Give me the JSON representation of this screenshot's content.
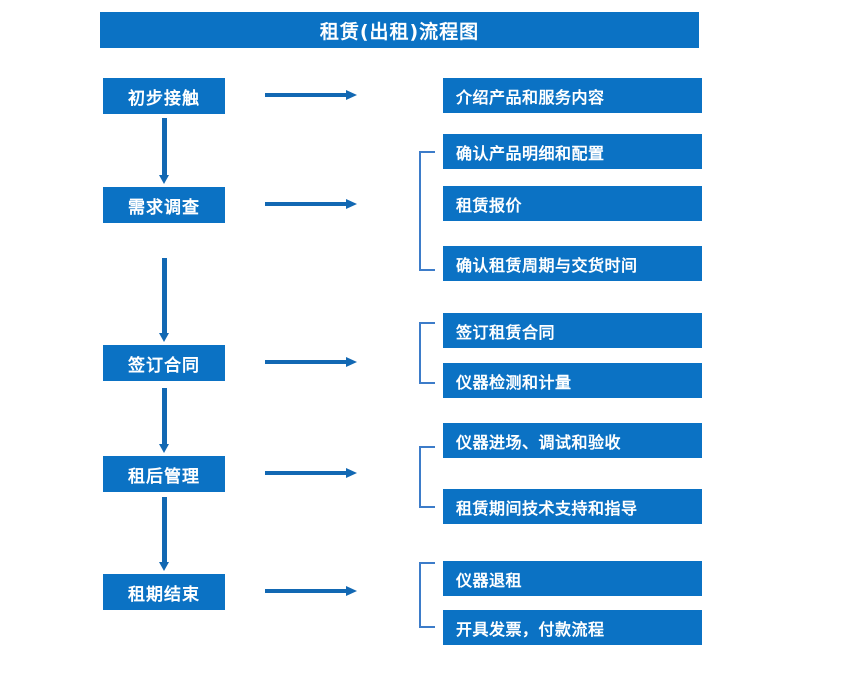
{
  "document": {
    "title": "租赁(出租)流程图",
    "accent_color": "#0b72c4",
    "arrow_color": "#1268b3",
    "bracket_color": "#3d7cc9",
    "background_color": "#ffffff"
  },
  "flow": {
    "stages": [
      {
        "id": "stage-1",
        "label": "初步接触",
        "details": [
          {
            "label": "介绍产品和服务内容"
          }
        ],
        "grouped": false
      },
      {
        "id": "stage-2",
        "label": "需求调查",
        "details": [
          {
            "label": "确认产品明细和配置"
          },
          {
            "label": "租赁报价"
          },
          {
            "label": "确认租赁周期与交货时间"
          }
        ],
        "grouped": true
      },
      {
        "id": "stage-3",
        "label": "签订合同",
        "details": [
          {
            "label": "签订租赁合同"
          },
          {
            "label": "仪器检测和计量"
          }
        ],
        "grouped": true
      },
      {
        "id": "stage-4",
        "label": "租后管理",
        "details": [
          {
            "label": "仪器进场、调试和验收"
          },
          {
            "label": "租赁期间技术支持和指导"
          }
        ],
        "grouped": true
      },
      {
        "id": "stage-5",
        "label": "租期结束",
        "details": [
          {
            "label": "仪器退租"
          },
          {
            "label": "开具发票，付款流程"
          }
        ],
        "grouped": true
      }
    ]
  }
}
